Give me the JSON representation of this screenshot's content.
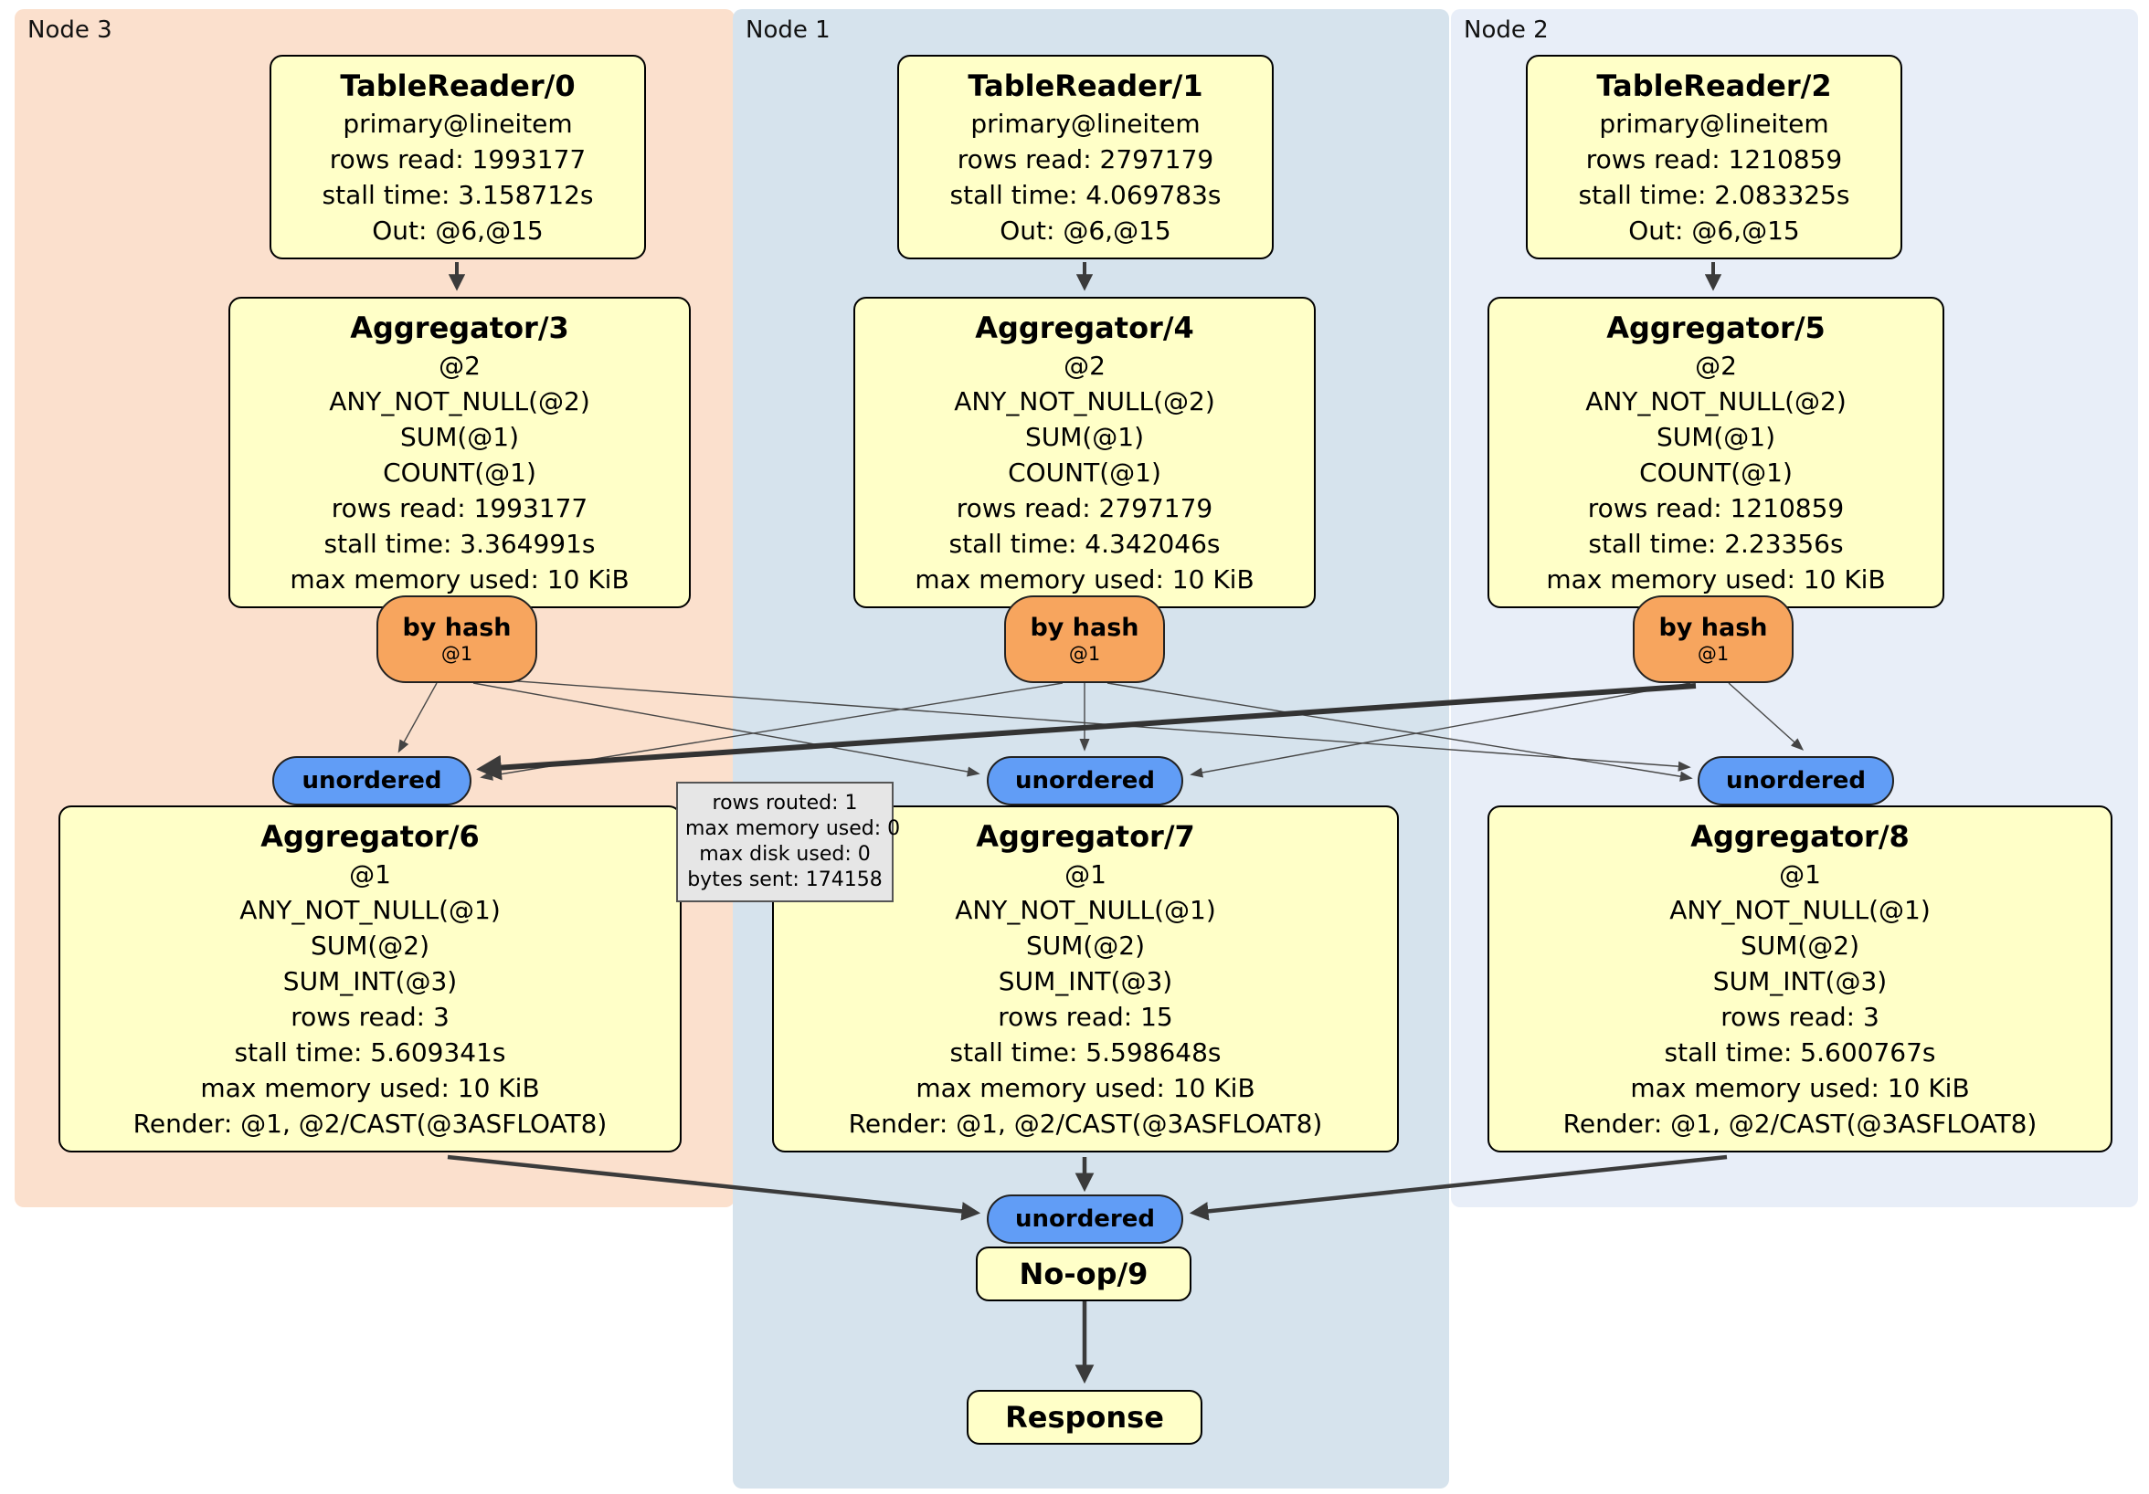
{
  "panels": [
    {
      "label": "Node 3"
    },
    {
      "label": "Node 1"
    },
    {
      "label": "Node 2"
    }
  ],
  "boxes": {
    "tr0": {
      "title": "TableReader/0",
      "lines": [
        "primary@lineitem",
        "rows read: 1993177",
        "stall time: 3.158712s",
        "Out: @6,@15"
      ]
    },
    "tr1": {
      "title": "TableReader/1",
      "lines": [
        "primary@lineitem",
        "rows read: 2797179",
        "stall time: 4.069783s",
        "Out: @6,@15"
      ]
    },
    "tr2": {
      "title": "TableReader/2",
      "lines": [
        "primary@lineitem",
        "rows read: 1210859",
        "stall time: 2.083325s",
        "Out: @6,@15"
      ]
    },
    "agg3": {
      "title": "Aggregator/3",
      "lines": [
        "@2",
        "ANY_NOT_NULL(@2)",
        "SUM(@1)",
        "COUNT(@1)",
        "rows read: 1993177",
        "stall time: 3.364991s",
        "max memory used: 10 KiB"
      ]
    },
    "agg4": {
      "title": "Aggregator/4",
      "lines": [
        "@2",
        "ANY_NOT_NULL(@2)",
        "SUM(@1)",
        "COUNT(@1)",
        "rows read: 2797179",
        "stall time: 4.342046s",
        "max memory used: 10 KiB"
      ]
    },
    "agg5": {
      "title": "Aggregator/5",
      "lines": [
        "@2",
        "ANY_NOT_NULL(@2)",
        "SUM(@1)",
        "COUNT(@1)",
        "rows read: 1210859",
        "stall time: 2.23356s",
        "max memory used: 10 KiB"
      ]
    },
    "agg6": {
      "title": "Aggregator/6",
      "lines": [
        "@1",
        "ANY_NOT_NULL(@1)",
        "SUM(@2)",
        "SUM_INT(@3)",
        "rows read: 3",
        "stall time: 5.609341s",
        "max memory used: 10 KiB",
        "Render: @1, @2/CAST(@3ASFLOAT8)"
      ]
    },
    "agg7": {
      "title": "Aggregator/7",
      "lines": [
        "@1",
        "ANY_NOT_NULL(@1)",
        "SUM(@2)",
        "SUM_INT(@3)",
        "rows read: 15",
        "stall time: 5.598648s",
        "max memory used: 10 KiB",
        "Render: @1, @2/CAST(@3ASFLOAT8)"
      ]
    },
    "agg8": {
      "title": "Aggregator/8",
      "lines": [
        "@1",
        "ANY_NOT_NULL(@1)",
        "SUM(@2)",
        "SUM_INT(@3)",
        "rows read: 3",
        "stall time: 5.600767s",
        "max memory used: 10 KiB",
        "Render: @1, @2/CAST(@3ASFLOAT8)"
      ]
    },
    "noop": {
      "title": "No-op/9"
    },
    "response": {
      "title": "Response"
    }
  },
  "routers": {
    "by_hash": {
      "label": "by hash",
      "sub": "@1"
    },
    "unordered": {
      "label": "unordered"
    }
  },
  "tooltip": {
    "lines": [
      "rows routed: 1",
      "max memory used: 0",
      "max disk used: 0",
      "bytes sent: 174158"
    ]
  },
  "colors": {
    "panel_node3": "#fbe0cd",
    "panel_node1": "#d6e3ed",
    "panel_node2": "#e8eef8",
    "processor_box": "#ffffc8",
    "by_hash_router": "#f7a55e",
    "unordered_sync": "#619df6",
    "tooltip_bg": "#e6e6e6",
    "edge": "#3b3b3b"
  }
}
